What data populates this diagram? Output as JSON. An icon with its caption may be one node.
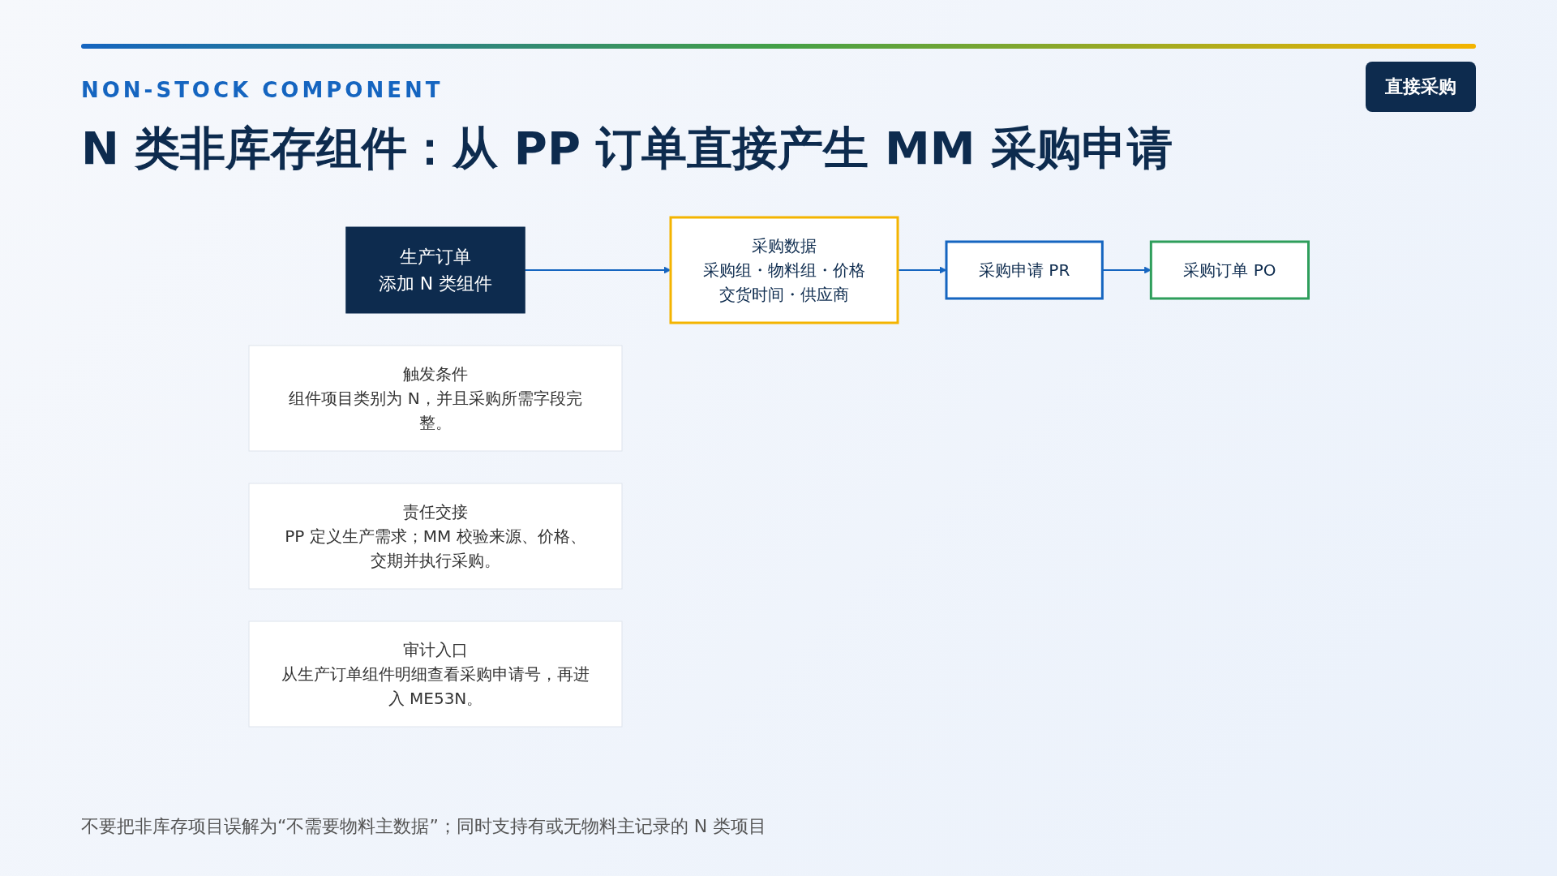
{
  "diagram": {
    "title": "N 类非库存组件：从 PP 订单直接产生 MM 采购申请",
    "nodes": [
      {
        "text": [
          "生产订单",
          "添加 N 类组件"
        ]
      },
      {
        "text": [
          "采购数据",
          "采购组・物料组・价格",
          "交货时间・供应商"
        ]
      },
      {
        "text": [
          "采购申请 PR"
        ]
      },
      {
        "text": [
          "采购订单 PO"
        ]
      },
      {
        "text": [
          "触发条件",
          "组件项目类别为 N，并且采购所需字段完整。"
        ]
      },
      {
        "text": [
          "责任交接",
          "PP 定义生产需求；MM 校验来源、价格、交期并执行采购。"
        ]
      },
      {
        "text": [
          "审计入口",
          "从生产订单组件明细查看采购申请号，再进入 ME53N。"
        ]
      }
    ],
    "edges": [
      {
        "from": 0,
        "to": 1,
        "arrow": "to"
      },
      {
        "from": 1,
        "to": 2,
        "arrow": "to"
      },
      {
        "from": 2,
        "to": 3,
        "arrow": "to"
      }
    ],
    "labels": [
      "NON-STOCK COMPONENT",
      "直接采购",
      "不要把非库存项目误解为“不需要物料主数据”；同时支持有或无物料主记录的 N 类项目"
    ]
  }
}
